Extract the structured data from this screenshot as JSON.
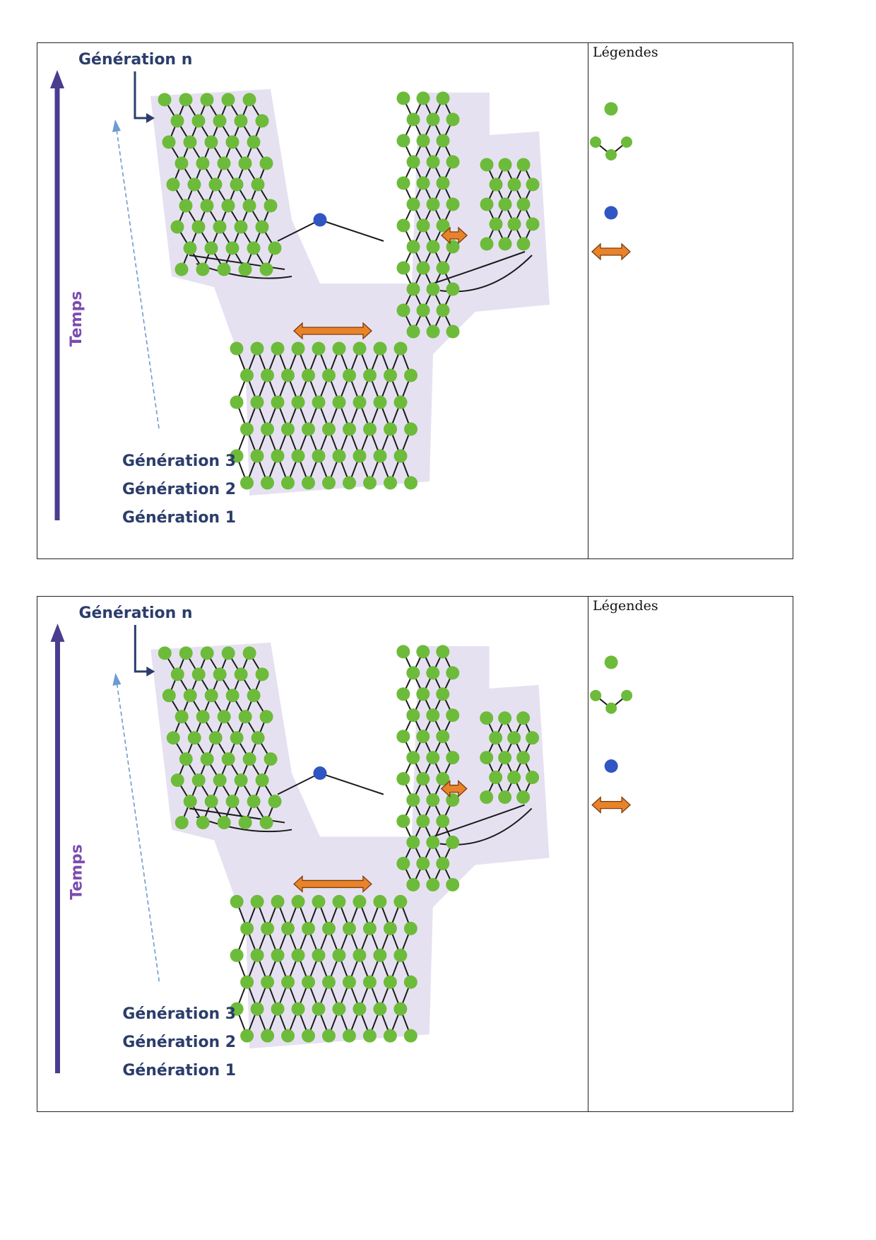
{
  "panels": [
    {
      "figure": {
        "generation_n": "Génération n",
        "generation_3": "Génération 3",
        "generation_2": "Génération 2",
        "generation_1": "Génération 1",
        "axis_label": "Temps"
      },
      "legend": {
        "title": "Légendes"
      }
    },
    {
      "figure": {
        "generation_n": "Génération n",
        "generation_3": "Génération 3",
        "generation_2": "Génération 2",
        "generation_1": "Génération 1",
        "axis_label": "Temps"
      },
      "legend": {
        "title": "Légendes"
      }
    }
  ],
  "colors": {
    "node_green": "#6dbb3a",
    "node_blue": "#2f56c2",
    "arrow_orange": "#e9832a",
    "background_lavender": "#e6e1f1",
    "time_arrow": "#4a3d8f",
    "label_navy": "#2b3d6b",
    "temps_purple": "#7b4cb0"
  },
  "legend_icons": [
    "green-circle-icon",
    "connected-circles-icon",
    "blue-circle-icon",
    "double-arrow-icon"
  ]
}
